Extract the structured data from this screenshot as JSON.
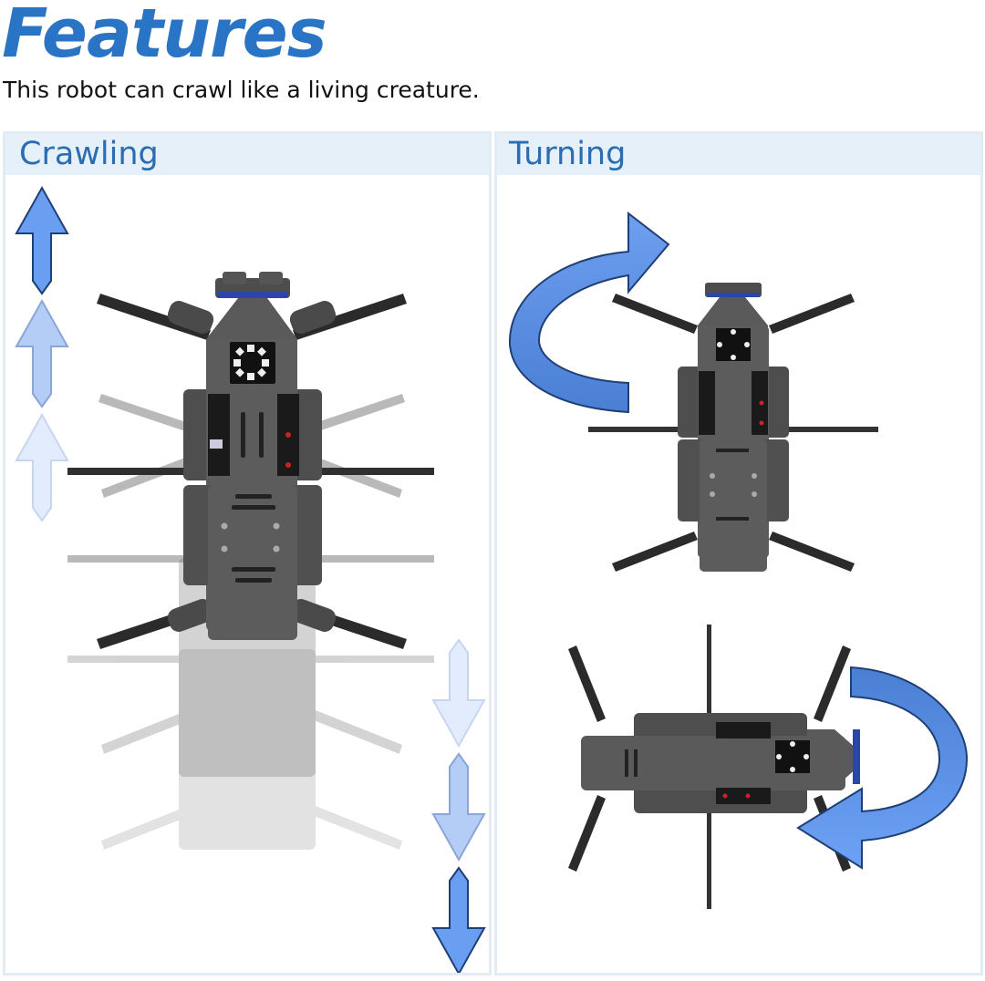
{
  "header": {
    "title": "Features",
    "subtitle": "This robot can crawl like a living creature."
  },
  "panels": [
    {
      "id": "crawling",
      "label": "Crawling",
      "image_description": "Top view of a hexapod crawling robot with ghosted motion trail showing forward/backward movement",
      "indicators": [
        {
          "icon": "arrow-up-icon",
          "opacity": "strong"
        },
        {
          "icon": "arrow-up-icon",
          "opacity": "medium"
        },
        {
          "icon": "arrow-up-icon",
          "opacity": "faint"
        },
        {
          "icon": "arrow-down-icon",
          "opacity": "faint"
        },
        {
          "icon": "arrow-down-icon",
          "opacity": "medium"
        },
        {
          "icon": "arrow-down-icon",
          "opacity": "strong"
        }
      ]
    },
    {
      "id": "turning",
      "label": "Turning",
      "image_description": "Two top views of the robot: one facing up with a counter-clockwise curved arrow, one facing right with a clockwise curved arrow",
      "indicators": [
        {
          "icon": "rotate-ccw-arrow-icon"
        },
        {
          "icon": "rotate-cw-arrow-icon"
        }
      ]
    }
  ],
  "colors": {
    "title_blue": "#2a74c6",
    "panel_header_bg": "#e6f0f9",
    "panel_border": "#e3ecf6",
    "arrow_fill": "#6a9ef0",
    "arrow_stroke": "#1f3f77",
    "robot_body": "#555555"
  }
}
